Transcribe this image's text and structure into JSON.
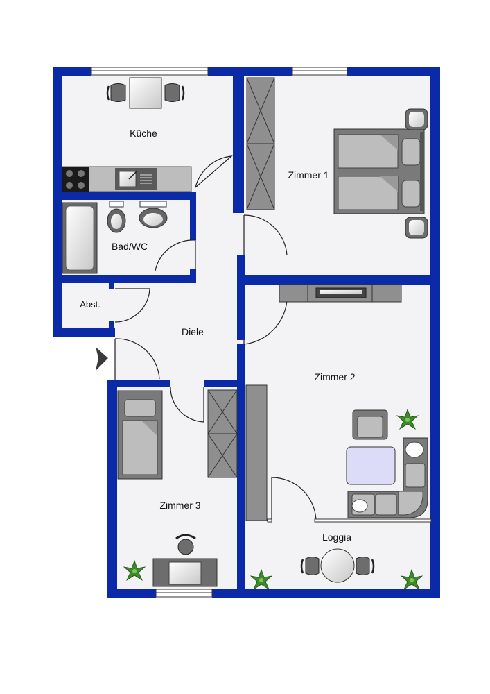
{
  "rooms": {
    "kueche": "Küche",
    "zimmer1": "Zimmer 1",
    "bad": "Bad/WC",
    "abst": "Abst.",
    "diele": "Diele",
    "zimmer2": "Zimmer 2",
    "zimmer3": "Zimmer 3",
    "loggia": "Loggia"
  },
  "colors": {
    "wall": "#0a2aa8",
    "floor": "#f3f3f5",
    "furniture": "#8f8f8f",
    "furniture_dark": "#5a5a5a",
    "plant": "#3c8a2a",
    "table_blue": "#dcdcf8"
  }
}
